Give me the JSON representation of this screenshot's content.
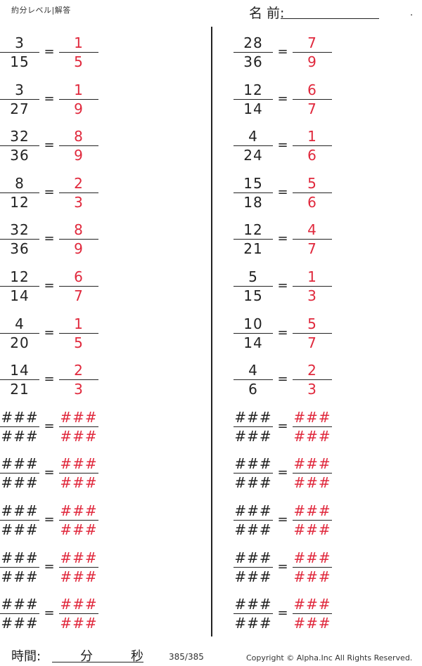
{
  "header": {
    "title": "約分レベル|解答",
    "name_label": "名 前:",
    "name_dot": "."
  },
  "colors": {
    "question": "#222222",
    "answer": "#e0283c"
  },
  "problems": {
    "left": [
      {
        "q_num": "3",
        "q_den": "15",
        "eq": "=",
        "a_num": "1",
        "a_den": "5"
      },
      {
        "q_num": "3",
        "q_den": "27",
        "eq": "=",
        "a_num": "1",
        "a_den": "9"
      },
      {
        "q_num": "32",
        "q_den": "36",
        "eq": "=",
        "a_num": "8",
        "a_den": "9"
      },
      {
        "q_num": "8",
        "q_den": "12",
        "eq": "=",
        "a_num": "2",
        "a_den": "3"
      },
      {
        "q_num": "32",
        "q_den": "36",
        "eq": "=",
        "a_num": "8",
        "a_den": "9"
      },
      {
        "q_num": "12",
        "q_den": "14",
        "eq": "=",
        "a_num": "6",
        "a_den": "7"
      },
      {
        "q_num": "4",
        "q_den": "20",
        "eq": "=",
        "a_num": "1",
        "a_den": "5"
      },
      {
        "q_num": "14",
        "q_den": "21",
        "eq": "=",
        "a_num": "2",
        "a_den": "3"
      },
      {
        "q_num": "###",
        "q_den": "###",
        "eq": "=",
        "a_num": "###",
        "a_den": "###"
      },
      {
        "q_num": "###",
        "q_den": "###",
        "eq": "=",
        "a_num": "###",
        "a_den": "###"
      },
      {
        "q_num": "###",
        "q_den": "###",
        "eq": "=",
        "a_num": "###",
        "a_den": "###"
      },
      {
        "q_num": "###",
        "q_den": "###",
        "eq": "=",
        "a_num": "###",
        "a_den": "###"
      },
      {
        "q_num": "###",
        "q_den": "###",
        "eq": "=",
        "a_num": "###",
        "a_den": "###"
      }
    ],
    "right": [
      {
        "q_num": "28",
        "q_den": "36",
        "eq": "=",
        "a_num": "7",
        "a_den": "9"
      },
      {
        "q_num": "12",
        "q_den": "14",
        "eq": "=",
        "a_num": "6",
        "a_den": "7"
      },
      {
        "q_num": "4",
        "q_den": "24",
        "eq": "=",
        "a_num": "1",
        "a_den": "6"
      },
      {
        "q_num": "15",
        "q_den": "18",
        "eq": "=",
        "a_num": "5",
        "a_den": "6"
      },
      {
        "q_num": "12",
        "q_den": "21",
        "eq": "=",
        "a_num": "4",
        "a_den": "7"
      },
      {
        "q_num": "5",
        "q_den": "15",
        "eq": "=",
        "a_num": "1",
        "a_den": "3"
      },
      {
        "q_num": "10",
        "q_den": "14",
        "eq": "=",
        "a_num": "5",
        "a_den": "7"
      },
      {
        "q_num": "4",
        "q_den": "6",
        "eq": "=",
        "a_num": "2",
        "a_den": "3"
      },
      {
        "q_num": "###",
        "q_den": "###",
        "eq": "=",
        "a_num": "###",
        "a_den": "###"
      },
      {
        "q_num": "###",
        "q_den": "###",
        "eq": "=",
        "a_num": "###",
        "a_den": "###"
      },
      {
        "q_num": "###",
        "q_den": "###",
        "eq": "=",
        "a_num": "###",
        "a_den": "###"
      },
      {
        "q_num": "###",
        "q_den": "###",
        "eq": "=",
        "a_num": "###",
        "a_den": "###"
      },
      {
        "q_num": "###",
        "q_den": "###",
        "eq": "=",
        "a_num": "###",
        "a_den": "###"
      }
    ]
  },
  "footer": {
    "time_label": "時間:",
    "minute_label": "分",
    "second_label": "秒",
    "page": "385/385",
    "copyright": "Copyright © Alpha.Inc All Rights Reserved."
  }
}
